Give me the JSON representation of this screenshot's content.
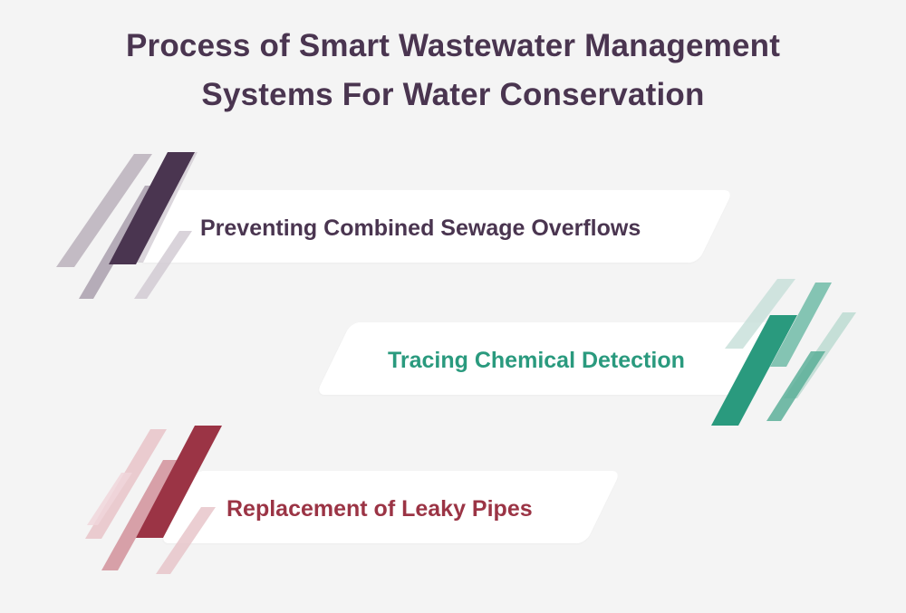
{
  "title": {
    "line1": "Process of Smart Wastewater Management",
    "line2": "Systems For Water Conservation"
  },
  "colors": {
    "background": "#f4f4f4",
    "title": "#4a3550",
    "step1": "#4a3550",
    "step2": "#2a9a7e",
    "step3": "#9b3445"
  },
  "steps": [
    {
      "label": "Preventing Combined Sewage Overflows",
      "color": "#4a3550"
    },
    {
      "label": "Tracing Chemical Detection",
      "color": "#2a9a7e"
    },
    {
      "label": "Replacement of Leaky Pipes",
      "color": "#9b3445"
    }
  ]
}
